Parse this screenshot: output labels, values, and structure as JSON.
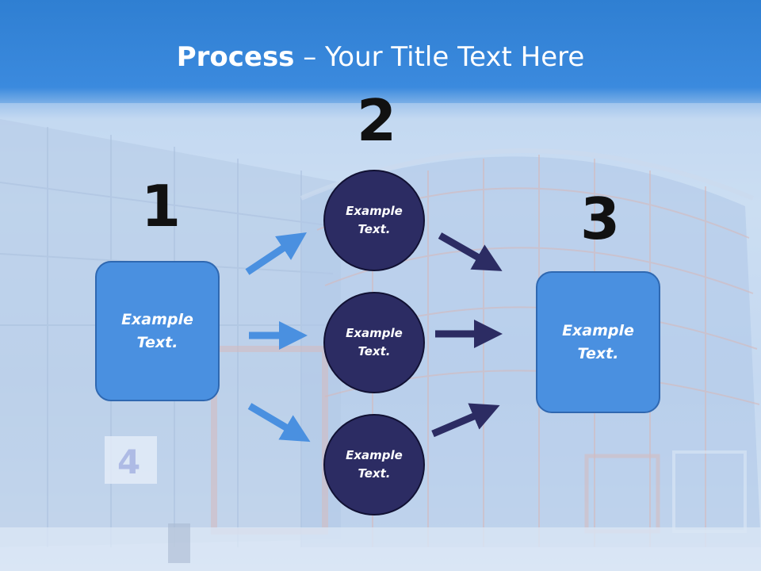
{
  "slide": {
    "title_bold": "Process",
    "title_rest": " – Your Title Text Here",
    "steps": [
      {
        "number": "1",
        "box_line1": "Example",
        "box_line2": "Text."
      },
      {
        "number": "2"
      },
      {
        "number": "3",
        "box_line1": "Example",
        "box_line2": "Text."
      }
    ],
    "circles": [
      {
        "line1": "Example",
        "line2": "Text."
      },
      {
        "line1": "Example",
        "line2": "Text."
      },
      {
        "line1": "Example",
        "line2": "Text."
      }
    ]
  },
  "colors": {
    "header_blue": "#3b8ade",
    "box_fill": "#4a90e0",
    "circle_fill": "#2c2c63",
    "light_arrow": "#4a90e0",
    "dark_arrow": "#2c2c63",
    "number_color": "#111111"
  }
}
